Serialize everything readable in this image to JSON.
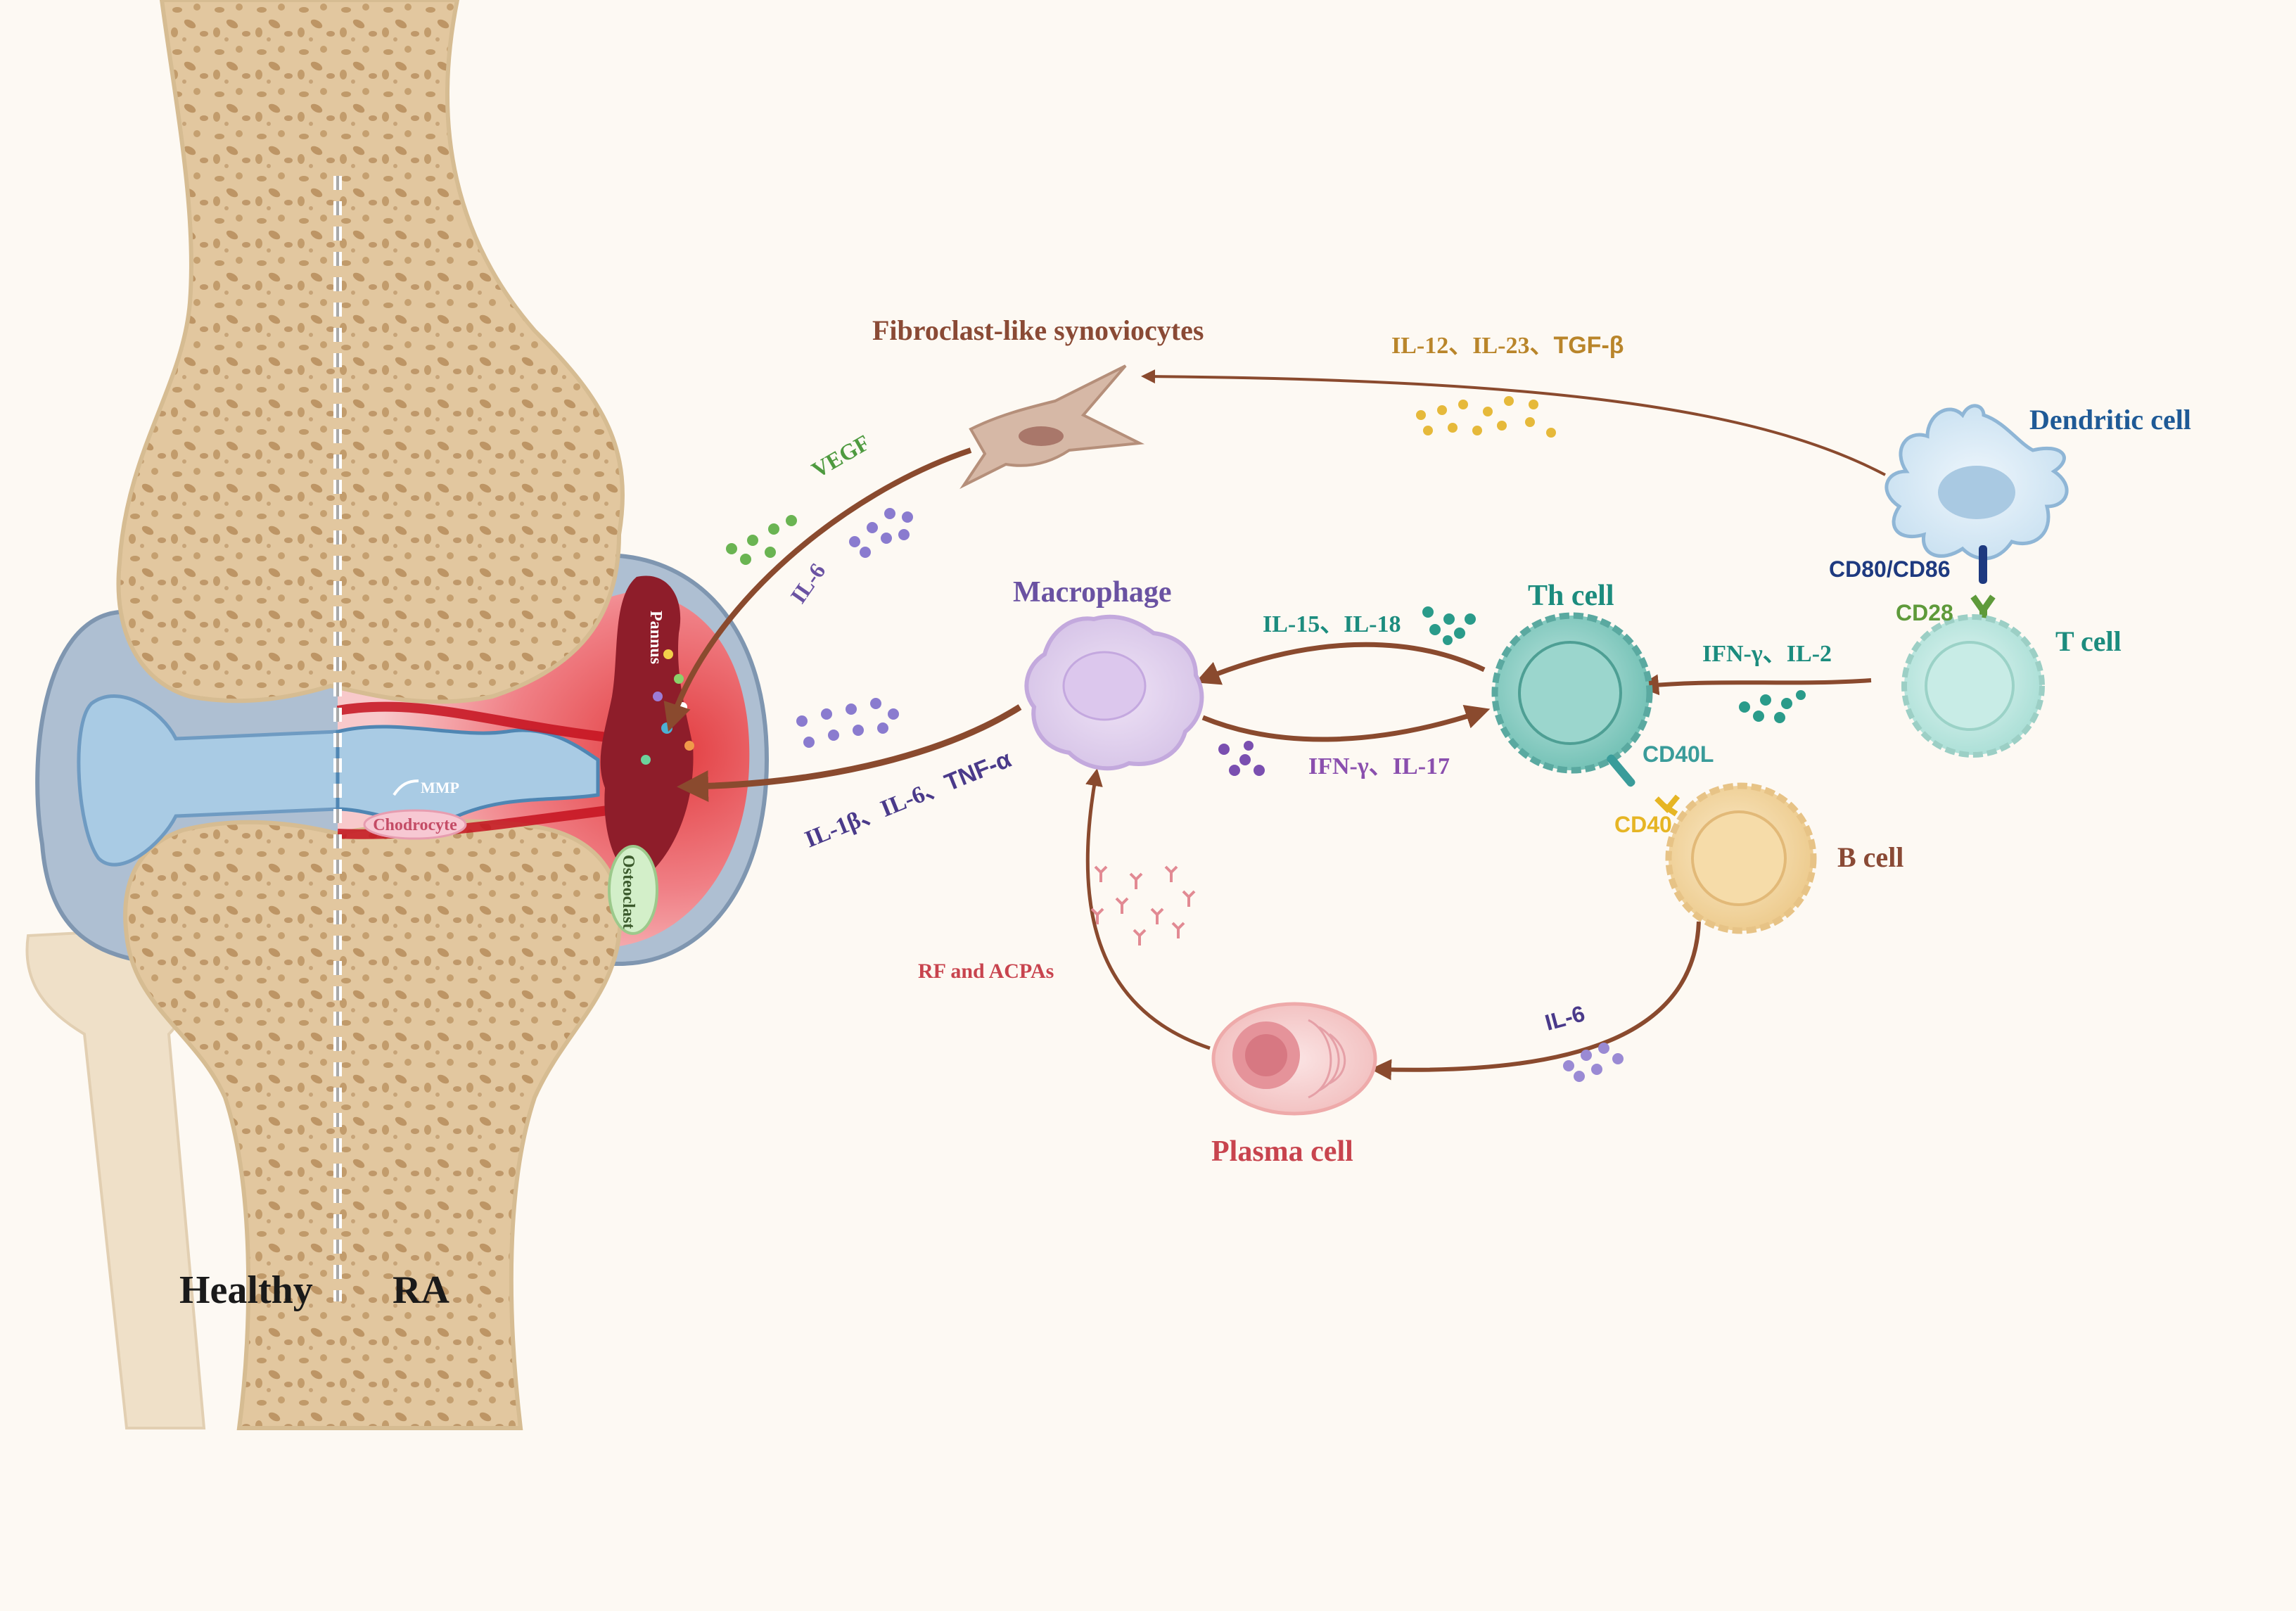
{
  "joint": {
    "healthy_label": "Healthy",
    "ra_label": "RA",
    "pannus_label": "Pannus",
    "mmp_label": "MMP",
    "chondrocyte_label": "Chodrocyte",
    "osteoclast_label": "Osteoclast"
  },
  "cells": {
    "fls": "Fibroclast-like synoviocytes",
    "dendritic": "Dendritic cell",
    "macrophage": "Macrophage",
    "th": "Th cell",
    "t": "T cell",
    "b": "B cell",
    "plasma": "Plasma cell"
  },
  "receptors": {
    "cd80_86": "CD80/CD86",
    "cd28": "CD28",
    "cd40l": "CD40L",
    "cd40": "CD40"
  },
  "cytokines": {
    "dc_to_fls_a": "IL-12、IL-23、",
    "dc_to_fls_b": "TGF-β",
    "vegf": "VEGF",
    "il6_fls": "IL-6",
    "th_to_mac": "IL-15、IL-18",
    "mac_to_th": "IFN-γ、IL-17",
    "t_to_th": "IFN-γ、IL-2",
    "mac_to_joint_a": "IL-1β、IL-6、",
    "mac_to_joint_b": "TNF-α",
    "b_to_plasma": "IL-6",
    "plasma_to_mac": "RF and ACPAs"
  },
  "colors": {
    "background": "#fdf9f3",
    "arrow": "#8a4a2e",
    "fls": "#8a4a35",
    "dendritic": "#1f5a96",
    "teal": "#1c8c7e",
    "purple": "#6a52a2",
    "gold": "#b9852a",
    "green": "#4e9a3f",
    "red": "#c8444e",
    "navy": "#1e3a80"
  }
}
